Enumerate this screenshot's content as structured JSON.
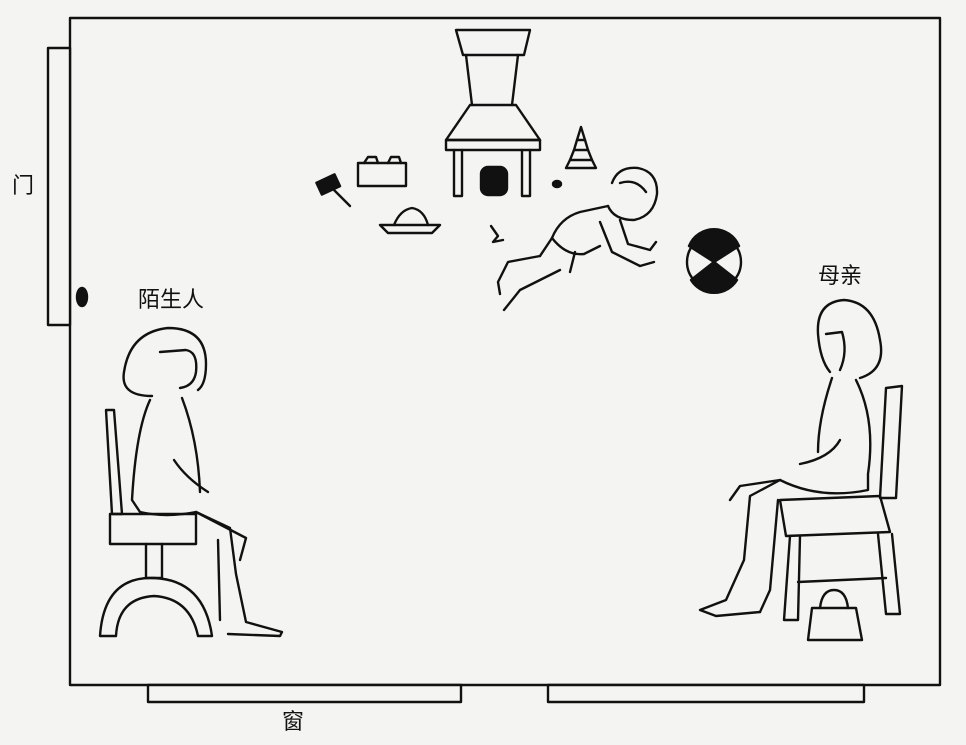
{
  "labels": {
    "door": "门",
    "stranger": "陌生人",
    "mother": "母亲",
    "window": "窗"
  },
  "colors": {
    "background": "#f4f4f2",
    "ink": "#111111"
  }
}
